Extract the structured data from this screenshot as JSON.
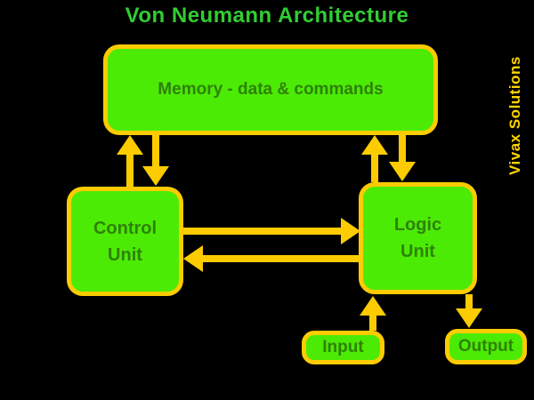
{
  "title": "Von Neumann Architecture",
  "watermark": "Vivax Solutions",
  "colors": {
    "background": "#000000",
    "title_green": "#32CD32",
    "box_fill": "#4CEB05",
    "box_border_gold": "#FCCC00",
    "arrow_gold": "#FCCC00",
    "box_text_green": "#2E8206",
    "watermark_gold": "#FFD400"
  },
  "diagram": {
    "type": "block-diagram",
    "nodes": {
      "memory": {
        "label": "Memory - data & commands"
      },
      "control": {
        "line1": "Control",
        "line2": "Unit"
      },
      "logic": {
        "line1": "Logic",
        "line2": "Unit"
      },
      "input": {
        "label": "Input"
      },
      "output": {
        "label": "Output"
      }
    },
    "edges": [
      {
        "from": "control",
        "to": "memory",
        "direction": "up"
      },
      {
        "from": "memory",
        "to": "control",
        "direction": "down"
      },
      {
        "from": "logic",
        "to": "memory",
        "direction": "up"
      },
      {
        "from": "memory",
        "to": "logic",
        "direction": "down"
      },
      {
        "from": "control",
        "to": "logic",
        "direction": "right"
      },
      {
        "from": "logic",
        "to": "control",
        "direction": "left"
      },
      {
        "from": "input",
        "to": "logic",
        "direction": "up"
      },
      {
        "from": "logic",
        "to": "output",
        "direction": "down"
      }
    ]
  }
}
